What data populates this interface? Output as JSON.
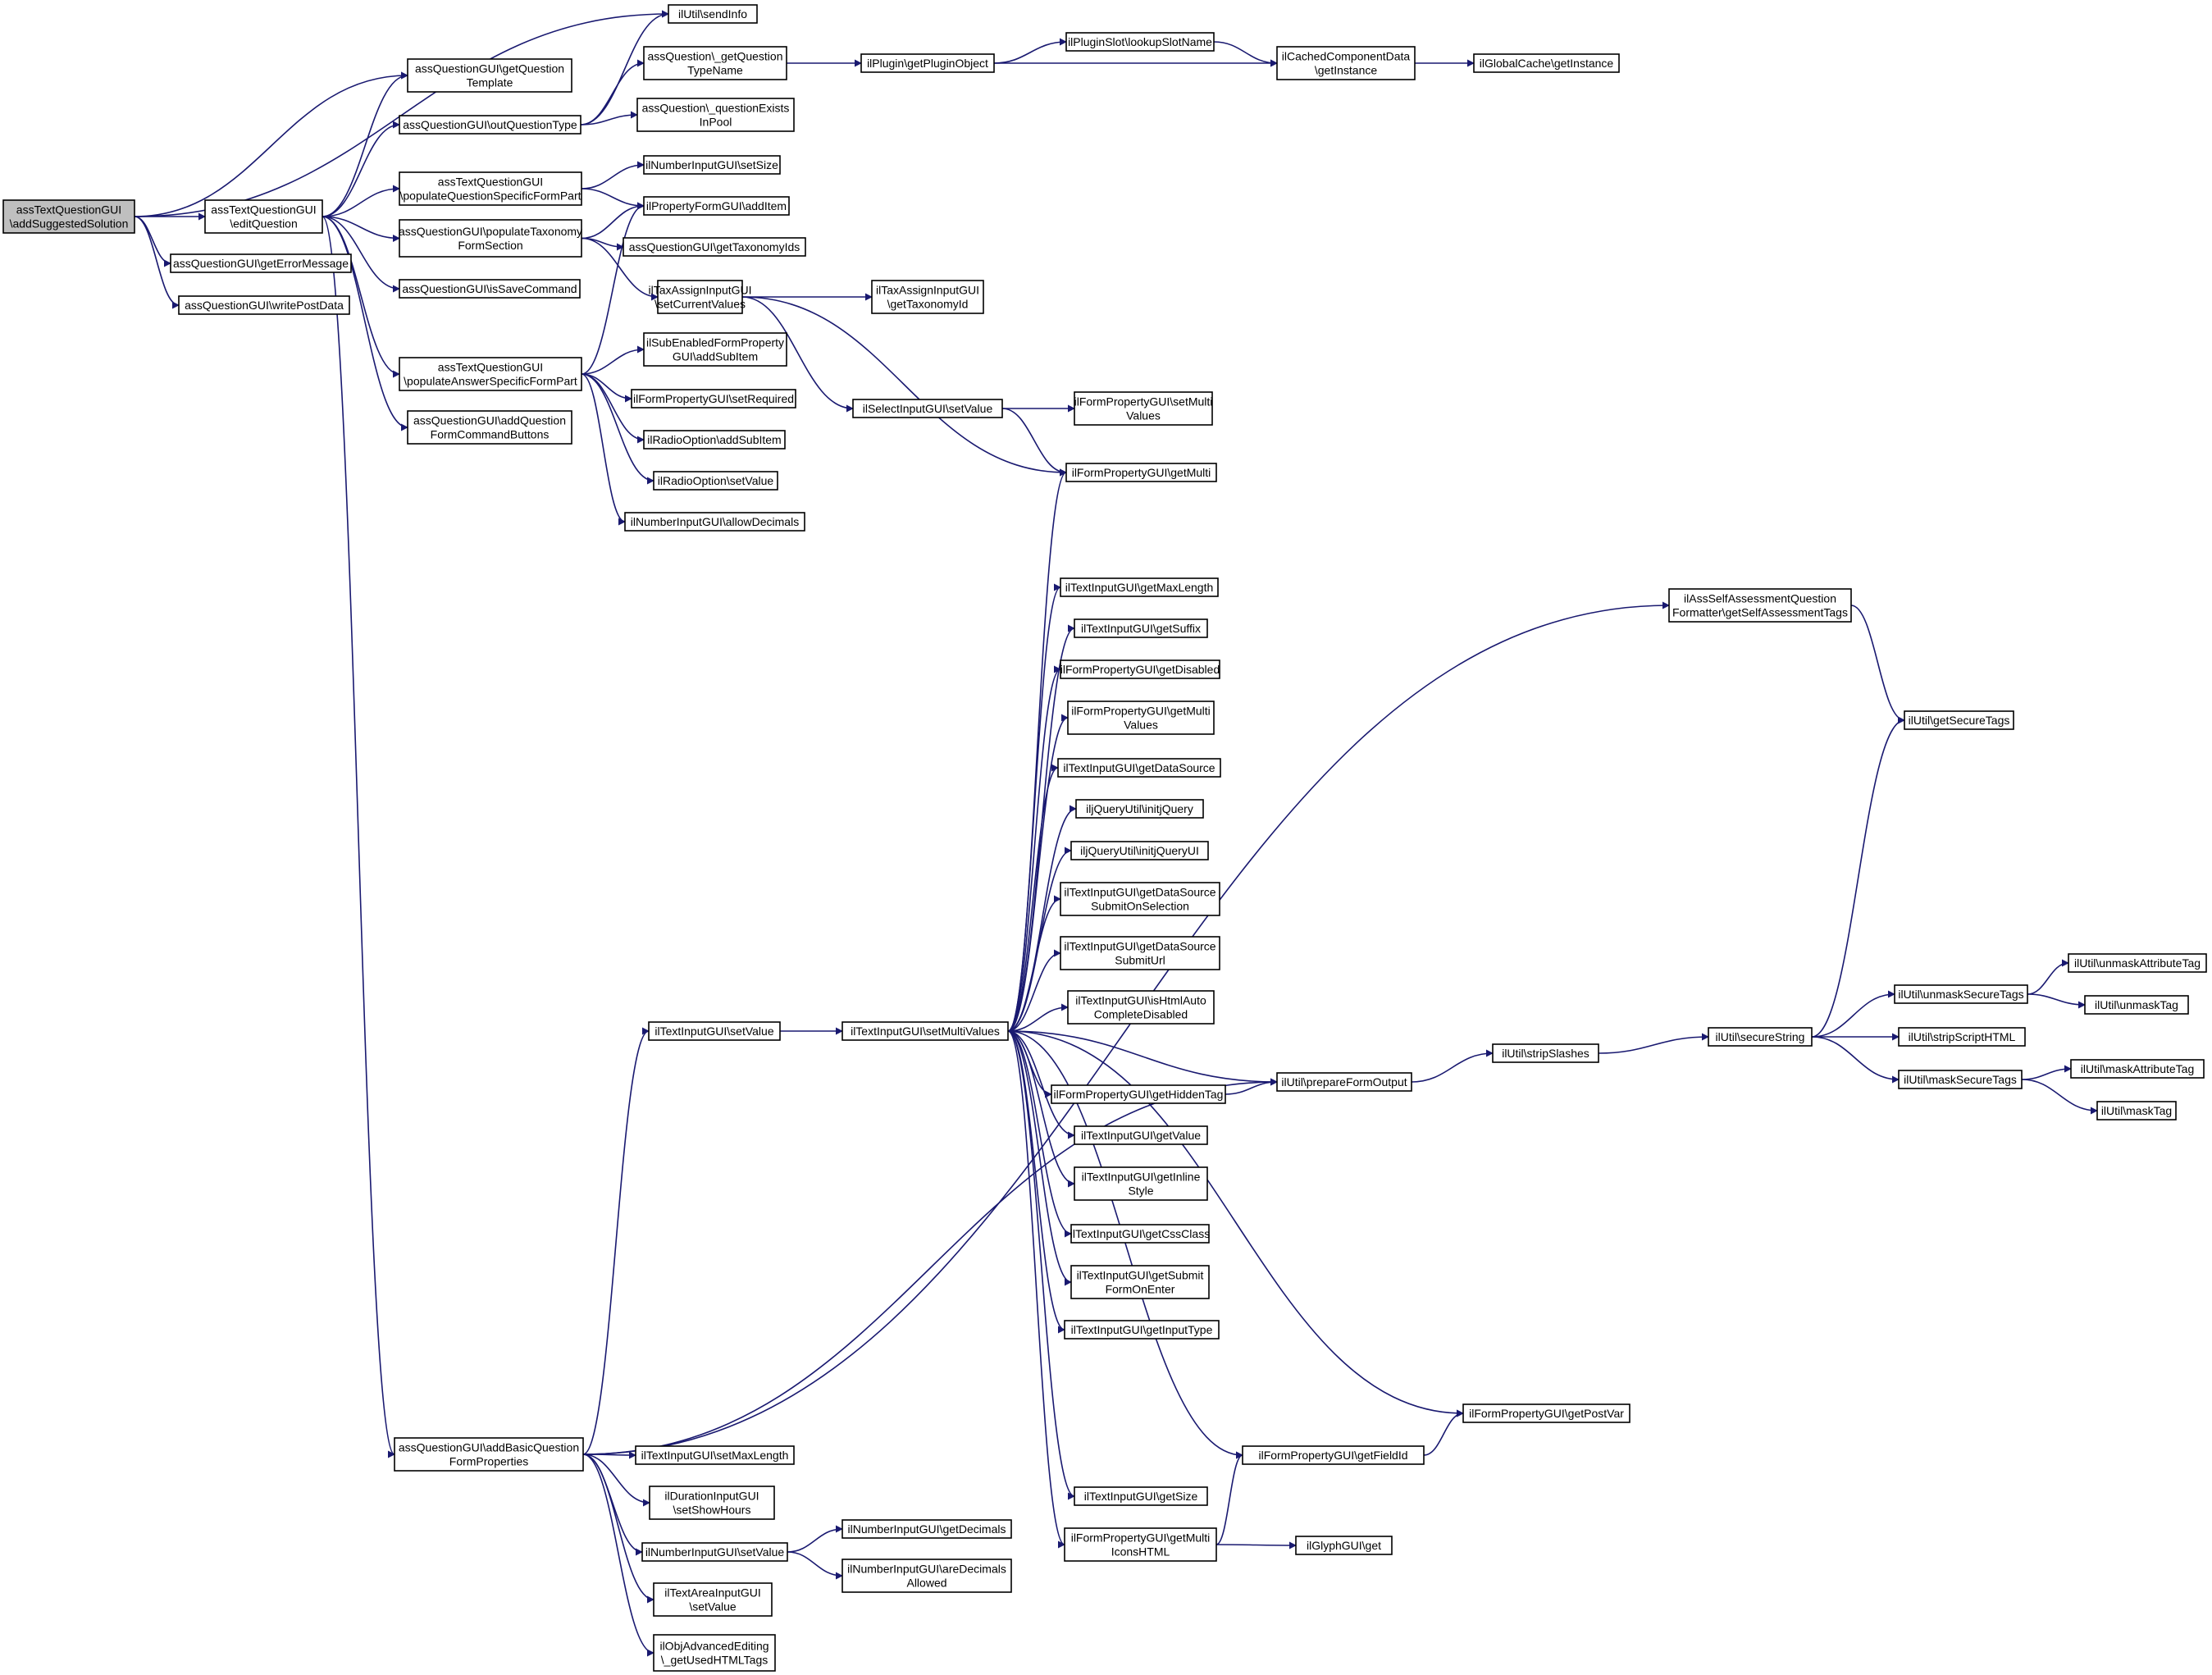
{
  "graph": {
    "nodes": [
      {
        "id": "n_root",
        "lines": [
          "assTextQuestionGUI",
          "\\addSuggestedSolution"
        ],
        "root": true
      },
      {
        "id": "n_sendInfo",
        "lines": [
          "ilUtil\\sendInfo"
        ]
      },
      {
        "id": "n_getQTemplate",
        "lines": [
          "assQuestionGUI\\getQuestion",
          "Template"
        ]
      },
      {
        "id": "n_editQuestion",
        "lines": [
          "assTextQuestionGUI",
          "\\editQuestion"
        ]
      },
      {
        "id": "n_getErrorMessage",
        "lines": [
          "assQuestionGUI\\getErrorMessage"
        ]
      },
      {
        "id": "n_writePostData",
        "lines": [
          "assQuestionGUI\\writePostData"
        ]
      },
      {
        "id": "n_outQuestionType",
        "lines": [
          "assQuestionGUI\\outQuestionType"
        ]
      },
      {
        "id": "n_popQSpecific",
        "lines": [
          "assTextQuestionGUI",
          "\\populateQuestionSpecificFormPart"
        ]
      },
      {
        "id": "n_popTaxonomy",
        "lines": [
          "assQuestionGUI\\populateTaxonomy",
          "FormSection"
        ]
      },
      {
        "id": "n_isSaveCommand",
        "lines": [
          "assQuestionGUI\\isSaveCommand"
        ]
      },
      {
        "id": "n_popAnswer",
        "lines": [
          "assTextQuestionGUI",
          "\\populateAnswerSpecificFormPart"
        ]
      },
      {
        "id": "n_addQFormCmd",
        "lines": [
          "assQuestionGUI\\addQuestion",
          "FormCommandButtons"
        ]
      },
      {
        "id": "n_addBasicQ",
        "lines": [
          "assQuestionGUI\\addBasicQuestion",
          "FormProperties"
        ]
      },
      {
        "id": "n_getQTypeName",
        "lines": [
          "assQuestion\\_getQuestion",
          "TypeName"
        ]
      },
      {
        "id": "n_qExistsInPool",
        "lines": [
          "assQuestion\\_questionExists",
          "InPool"
        ]
      },
      {
        "id": "n_numSetSize",
        "lines": [
          "ilNumberInputGUI\\setSize"
        ]
      },
      {
        "id": "n_propAddItem",
        "lines": [
          "ilPropertyFormGUI\\addItem"
        ]
      },
      {
        "id": "n_getTaxIds",
        "lines": [
          "assQuestionGUI\\getTaxonomyIds"
        ]
      },
      {
        "id": "n_taxSetCurVal",
        "lines": [
          "ilTaxAssignInputGUI",
          "\\setCurrentValues"
        ]
      },
      {
        "id": "n_subAddSubItem",
        "lines": [
          "ilSubEnabledFormProperty",
          "GUI\\addSubItem"
        ]
      },
      {
        "id": "n_setRequired",
        "lines": [
          "ilFormPropertyGUI\\setRequired"
        ]
      },
      {
        "id": "n_radioAddSub",
        "lines": [
          "ilRadioOption\\addSubItem"
        ]
      },
      {
        "id": "n_radioSetValue",
        "lines": [
          "ilRadioOption\\setValue"
        ]
      },
      {
        "id": "n_allowDecimals",
        "lines": [
          "ilNumberInputGUI\\allowDecimals"
        ]
      },
      {
        "id": "n_pluginObj",
        "lines": [
          "ilPlugin\\getPluginObject"
        ]
      },
      {
        "id": "n_lookupSlot",
        "lines": [
          "ilPluginSlot\\lookupSlotName"
        ]
      },
      {
        "id": "n_cachedInst",
        "lines": [
          "ilCachedComponentData",
          "\\getInstance"
        ]
      },
      {
        "id": "n_globalCache",
        "lines": [
          "ilGlobalCache\\getInstance"
        ]
      },
      {
        "id": "n_taxGetTaxId",
        "lines": [
          "ilTaxAssignInputGUI",
          "\\getTaxonomyId"
        ]
      },
      {
        "id": "n_selSetValue",
        "lines": [
          "ilSelectInputGUI\\setValue"
        ]
      },
      {
        "id": "n_setMultiVals",
        "lines": [
          "ilFormPropertyGUI\\setMulti",
          "Values"
        ]
      },
      {
        "id": "n_getMulti",
        "lines": [
          "ilFormPropertyGUI\\getMulti"
        ]
      },
      {
        "id": "n_getMaxLength",
        "lines": [
          "ilTextInputGUI\\getMaxLength"
        ]
      },
      {
        "id": "n_getSuffix",
        "lines": [
          "ilTextInputGUI\\getSuffix"
        ]
      },
      {
        "id": "n_getDisabled",
        "lines": [
          "ilFormPropertyGUI\\getDisabled"
        ]
      },
      {
        "id": "n_getMultiValues",
        "lines": [
          "ilFormPropertyGUI\\getMulti",
          "Values"
        ]
      },
      {
        "id": "n_getDataSource",
        "lines": [
          "ilTextInputGUI\\getDataSource"
        ]
      },
      {
        "id": "n_initjQuery",
        "lines": [
          "iljQueryUtil\\initjQuery"
        ]
      },
      {
        "id": "n_initjQueryUI",
        "lines": [
          "iljQueryUtil\\initjQueryUI"
        ]
      },
      {
        "id": "n_getDSSubmitSel",
        "lines": [
          "ilTextInputGUI\\getDataSource",
          "SubmitOnSelection"
        ]
      },
      {
        "id": "n_getDSSubmitUrl",
        "lines": [
          "ilTextInputGUI\\getDataSource",
          "SubmitUrl"
        ]
      },
      {
        "id": "n_isHtmlAuto",
        "lines": [
          "ilTextInputGUI\\isHtmlAuto",
          "CompleteDisabled"
        ]
      },
      {
        "id": "n_textSetMulti",
        "lines": [
          "ilTextInputGUI\\setMultiValues"
        ]
      },
      {
        "id": "n_textSetValue",
        "lines": [
          "ilTextInputGUI\\setValue"
        ]
      },
      {
        "id": "n_getHiddenTag",
        "lines": [
          "ilFormPropertyGUI\\getHiddenTag"
        ]
      },
      {
        "id": "n_prepFormOut",
        "lines": [
          "ilUtil\\prepareFormOutput"
        ]
      },
      {
        "id": "n_getValue",
        "lines": [
          "ilTextInputGUI\\getValue"
        ]
      },
      {
        "id": "n_getInlineStyle",
        "lines": [
          "ilTextInputGUI\\getInline",
          "Style"
        ]
      },
      {
        "id": "n_getCssClass",
        "lines": [
          "ilTextInputGUI\\getCssClass"
        ]
      },
      {
        "id": "n_getSubmitEnter",
        "lines": [
          "ilTextInputGUI\\getSubmit",
          "FormOnEnter"
        ]
      },
      {
        "id": "n_getInputType",
        "lines": [
          "ilTextInputGUI\\getInputType"
        ]
      },
      {
        "id": "n_getPostVar",
        "lines": [
          "ilFormPropertyGUI\\getPostVar"
        ]
      },
      {
        "id": "n_getFieldId",
        "lines": [
          "ilFormPropertyGUI\\getFieldId"
        ]
      },
      {
        "id": "n_getSize",
        "lines": [
          "ilTextInputGUI\\getSize"
        ]
      },
      {
        "id": "n_getMultiIcons",
        "lines": [
          "ilFormPropertyGUI\\getMulti",
          "IconsHTML"
        ]
      },
      {
        "id": "n_glyphGet",
        "lines": [
          "ilGlyphGUI\\get"
        ]
      },
      {
        "id": "n_stripSlashes",
        "lines": [
          "ilUtil\\stripSlashes"
        ]
      },
      {
        "id": "n_secureString",
        "lines": [
          "ilUtil\\secureString"
        ]
      },
      {
        "id": "n_getSecureTags",
        "lines": [
          "ilUtil\\getSecureTags"
        ]
      },
      {
        "id": "n_selfAssess",
        "lines": [
          "ilAssSelfAssessmentQuestion",
          "Formatter\\getSelfAssessmentTags"
        ]
      },
      {
        "id": "n_unmaskSecure",
        "lines": [
          "ilUtil\\unmaskSecureTags"
        ]
      },
      {
        "id": "n_stripScript",
        "lines": [
          "ilUtil\\stripScriptHTML"
        ]
      },
      {
        "id": "n_maskSecure",
        "lines": [
          "ilUtil\\maskSecureTags"
        ]
      },
      {
        "id": "n_unmaskAttr",
        "lines": [
          "ilUtil\\unmaskAttributeTag"
        ]
      },
      {
        "id": "n_unmaskTag",
        "lines": [
          "ilUtil\\unmaskTag"
        ]
      },
      {
        "id": "n_maskAttr",
        "lines": [
          "ilUtil\\maskAttributeTag"
        ]
      },
      {
        "id": "n_maskTag",
        "lines": [
          "ilUtil\\maskTag"
        ]
      },
      {
        "id": "n_setMaxLength",
        "lines": [
          "ilTextInputGUI\\setMaxLength"
        ]
      },
      {
        "id": "n_setShowHours",
        "lines": [
          "ilDurationInputGUI",
          "\\setShowHours"
        ]
      },
      {
        "id": "n_numSetValue",
        "lines": [
          "ilNumberInputGUI\\setValue"
        ]
      },
      {
        "id": "n_getDecimals",
        "lines": [
          "ilNumberInputGUI\\getDecimals"
        ]
      },
      {
        "id": "n_areDecimals",
        "lines": [
          "ilNumberInputGUI\\areDecimals",
          "Allowed"
        ]
      },
      {
        "id": "n_textAreaSetVal",
        "lines": [
          "ilTextAreaInputGUI",
          "\\setValue"
        ]
      },
      {
        "id": "n_usedHtmlTags",
        "lines": [
          "ilObjAdvancedEditing",
          "\\_getUsedHTMLTags"
        ]
      }
    ],
    "edges": [
      [
        "n_root",
        "n_sendInfo"
      ],
      [
        "n_root",
        "n_getQTemplate"
      ],
      [
        "n_root",
        "n_editQuestion"
      ],
      [
        "n_root",
        "n_getErrorMessage"
      ],
      [
        "n_root",
        "n_writePostData"
      ],
      [
        "n_editQuestion",
        "n_getQTemplate"
      ],
      [
        "n_editQuestion",
        "n_outQuestionType"
      ],
      [
        "n_editQuestion",
        "n_popQSpecific"
      ],
      [
        "n_editQuestion",
        "n_popTaxonomy"
      ],
      [
        "n_editQuestion",
        "n_isSaveCommand"
      ],
      [
        "n_editQuestion",
        "n_popAnswer"
      ],
      [
        "n_editQuestion",
        "n_addQFormCmd"
      ],
      [
        "n_editQuestion",
        "n_addBasicQ"
      ],
      [
        "n_outQuestionType",
        "n_sendInfo"
      ],
      [
        "n_outQuestionType",
        "n_getQTypeName"
      ],
      [
        "n_outQuestionType",
        "n_qExistsInPool"
      ],
      [
        "n_getQTypeName",
        "n_pluginObj"
      ],
      [
        "n_pluginObj",
        "n_lookupSlot"
      ],
      [
        "n_pluginObj",
        "n_cachedInst"
      ],
      [
        "n_lookupSlot",
        "n_cachedInst"
      ],
      [
        "n_cachedInst",
        "n_globalCache"
      ],
      [
        "n_popQSpecific",
        "n_numSetSize"
      ],
      [
        "n_popQSpecific",
        "n_propAddItem"
      ],
      [
        "n_popTaxonomy",
        "n_propAddItem"
      ],
      [
        "n_popTaxonomy",
        "n_getTaxIds"
      ],
      [
        "n_popTaxonomy",
        "n_taxSetCurVal"
      ],
      [
        "n_taxSetCurVal",
        "n_taxGetTaxId"
      ],
      [
        "n_taxSetCurVal",
        "n_selSetValue"
      ],
      [
        "n_taxSetCurVal",
        "n_getMulti"
      ],
      [
        "n_selSetValue",
        "n_setMultiVals"
      ],
      [
        "n_selSetValue",
        "n_getMulti"
      ],
      [
        "n_popAnswer",
        "n_propAddItem"
      ],
      [
        "n_popAnswer",
        "n_subAddSubItem"
      ],
      [
        "n_popAnswer",
        "n_setRequired"
      ],
      [
        "n_popAnswer",
        "n_radioAddSub"
      ],
      [
        "n_popAnswer",
        "n_radioSetValue"
      ],
      [
        "n_popAnswer",
        "n_allowDecimals"
      ],
      [
        "n_addBasicQ",
        "n_textSetValue"
      ],
      [
        "n_addBasicQ",
        "n_setMaxLength"
      ],
      [
        "n_addBasicQ",
        "n_setShowHours"
      ],
      [
        "n_addBasicQ",
        "n_numSetValue"
      ],
      [
        "n_addBasicQ",
        "n_textAreaSetVal"
      ],
      [
        "n_addBasicQ",
        "n_usedHtmlTags"
      ],
      [
        "n_addBasicQ",
        "n_prepFormOut"
      ],
      [
        "n_addBasicQ",
        "n_selfAssess"
      ],
      [
        "n_textSetValue",
        "n_textSetMulti"
      ],
      [
        "n_textSetMulti",
        "n_getMulti"
      ],
      [
        "n_textSetMulti",
        "n_getMaxLength"
      ],
      [
        "n_textSetMulti",
        "n_getSuffix"
      ],
      [
        "n_textSetMulti",
        "n_getDisabled"
      ],
      [
        "n_textSetMulti",
        "n_getMultiValues"
      ],
      [
        "n_textSetMulti",
        "n_getDataSource"
      ],
      [
        "n_textSetMulti",
        "n_initjQuery"
      ],
      [
        "n_textSetMulti",
        "n_initjQueryUI"
      ],
      [
        "n_textSetMulti",
        "n_getDSSubmitSel"
      ],
      [
        "n_textSetMulti",
        "n_getDSSubmitUrl"
      ],
      [
        "n_textSetMulti",
        "n_isHtmlAuto"
      ],
      [
        "n_textSetMulti",
        "n_prepFormOut"
      ],
      [
        "n_textSetMulti",
        "n_getHiddenTag"
      ],
      [
        "n_textSetMulti",
        "n_getValue"
      ],
      [
        "n_textSetMulti",
        "n_getInlineStyle"
      ],
      [
        "n_textSetMulti",
        "n_getCssClass"
      ],
      [
        "n_textSetMulti",
        "n_getSubmitEnter"
      ],
      [
        "n_textSetMulti",
        "n_getInputType"
      ],
      [
        "n_textSetMulti",
        "n_getPostVar"
      ],
      [
        "n_textSetMulti",
        "n_getFieldId"
      ],
      [
        "n_textSetMulti",
        "n_getSize"
      ],
      [
        "n_textSetMulti",
        "n_getMultiIcons"
      ],
      [
        "n_getHiddenTag",
        "n_prepFormOut"
      ],
      [
        "n_prepFormOut",
        "n_stripSlashes"
      ],
      [
        "n_stripSlashes",
        "n_secureString"
      ],
      [
        "n_secureString",
        "n_getSecureTags"
      ],
      [
        "n_secureString",
        "n_unmaskSecure"
      ],
      [
        "n_secureString",
        "n_stripScript"
      ],
      [
        "n_secureString",
        "n_maskSecure"
      ],
      [
        "n_selfAssess",
        "n_getSecureTags"
      ],
      [
        "n_unmaskSecure",
        "n_unmaskAttr"
      ],
      [
        "n_unmaskSecure",
        "n_unmaskTag"
      ],
      [
        "n_maskSecure",
        "n_maskAttr"
      ],
      [
        "n_maskSecure",
        "n_maskTag"
      ],
      [
        "n_getFieldId",
        "n_getPostVar"
      ],
      [
        "n_getMultiIcons",
        "n_getFieldId"
      ],
      [
        "n_getMultiIcons",
        "n_glyphGet"
      ],
      [
        "n_numSetValue",
        "n_getDecimals"
      ],
      [
        "n_numSetValue",
        "n_areDecimals"
      ]
    ]
  }
}
